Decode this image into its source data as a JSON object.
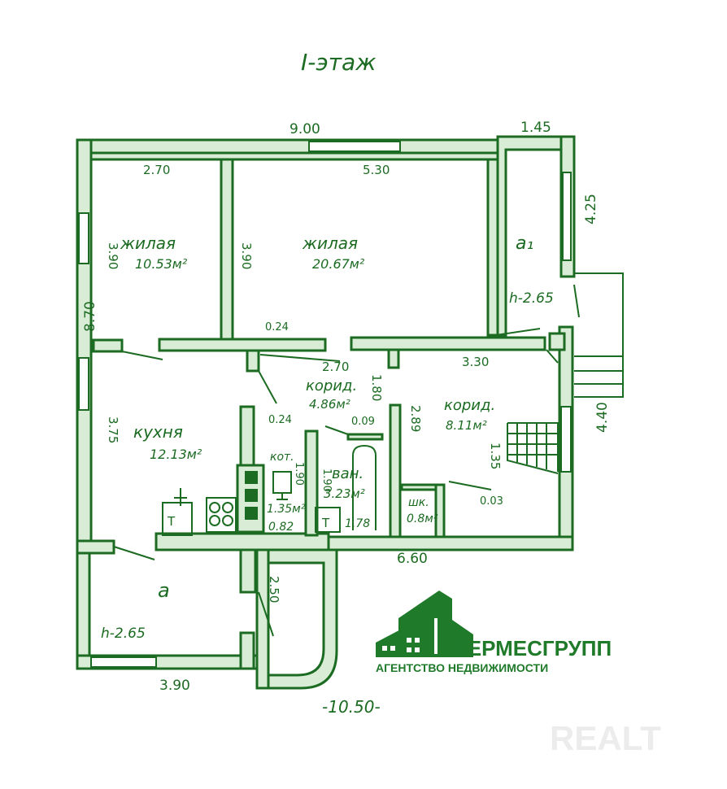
{
  "title": "I-этаж",
  "dimensions": {
    "overall_top": "9.00",
    "annex_top": "1.45",
    "overall_left": "8.70",
    "annex_right": "4.25",
    "right_lower": "4.40",
    "bottom_right": "6.60",
    "bottom_left": "3.90",
    "bottom_total": "-10.50-",
    "room1_width": "2.70",
    "room1_height": "3.90",
    "room2_width": "5.30",
    "room2_height": "3.90",
    "kitchen_height": "3.75",
    "corridor_top_width": "2.70",
    "corridor2_width": "3.30",
    "corridor2_height": "2.89",
    "corridor1_height": "1.80",
    "partition_024_a": "0.24",
    "partition_024_b": "0.24",
    "partition_009": "0.09",
    "partition_003": "0.03",
    "stair_length": "1.35",
    "vestibule_depth": "2.50",
    "bath_wall": "1.90",
    "boiler_wall": "1.90",
    "height_d1": "h-2.65",
    "height_d": "h-2.65"
  },
  "rooms": {
    "living1": {
      "name": "жилая",
      "area": "10.53м²"
    },
    "living2": {
      "name": "жилая",
      "area": "20.67м²"
    },
    "kitchen": {
      "name": "кухня",
      "area": "12.13м²"
    },
    "corridor1": {
      "name": "корид.",
      "area": "4.86м²"
    },
    "corridor2": {
      "name": "корид.",
      "area": "8.11м²"
    },
    "bath": {
      "name": "ван.",
      "area": "3.23м²"
    },
    "boiler": {
      "name": "кот.",
      "area": "1.35м²"
    },
    "toilet_area": "1.78",
    "closet": {
      "name": "шк.",
      "area": "0.8м²"
    },
    "small_area": "0.82",
    "annex_d1": "a₁",
    "annex_d": "a",
    "toilet_mark_1": "T",
    "toilet_mark_2": "T"
  },
  "logo": {
    "name": "ГЕРМЕСГРУПП",
    "tagline": "АГЕНТСТВО НЕДВИЖИМОСТИ"
  },
  "watermark": "REALT",
  "colors": {
    "ink": "#1c6b22",
    "wall_fill": "#d8ecd6",
    "logo": "#1f7a2a",
    "watermark": "#ececec"
  }
}
